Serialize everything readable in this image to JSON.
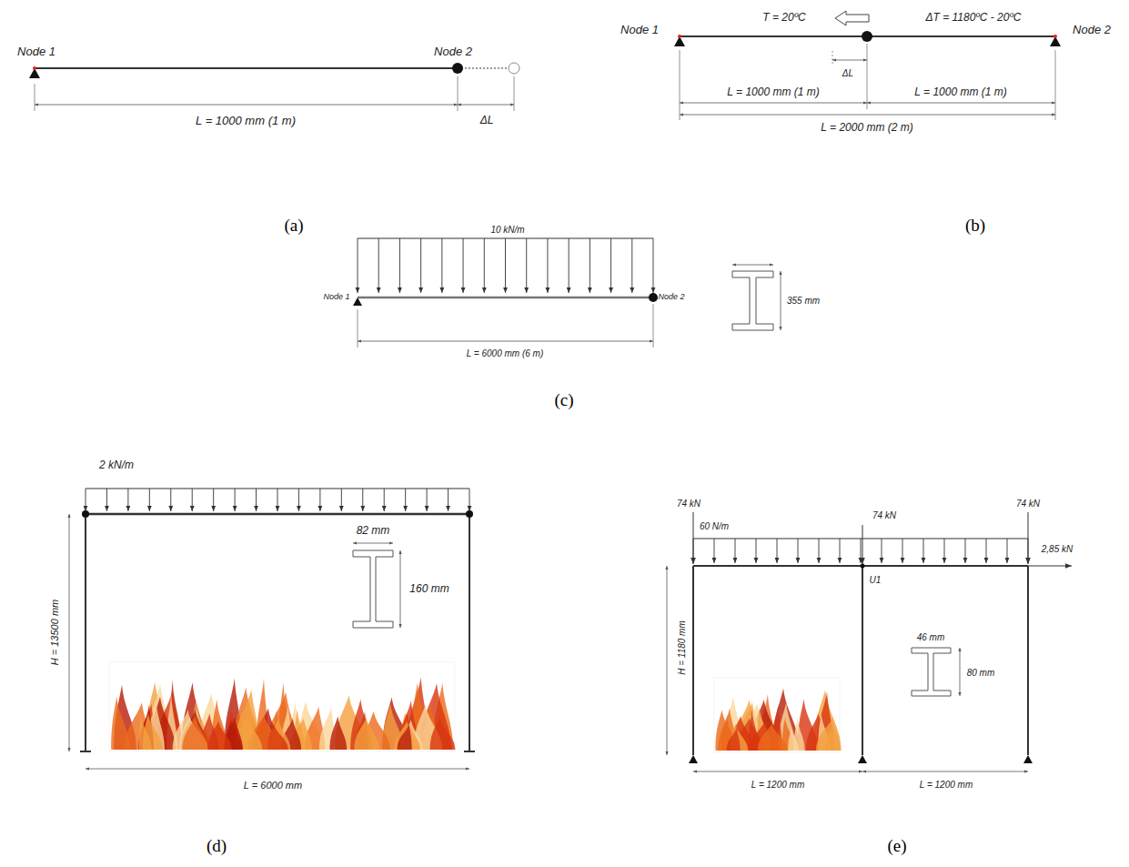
{
  "diagram": {
    "labels": [
      "Node 1",
      "Node 2",
      "L = 1000 mm (1 m)",
      "ΔL",
      "(a)",
      "Node 1",
      "T = 20ºC",
      "ΔT = 1180ºC - 20ºC",
      "Node 2",
      "ΔL",
      "L = 1000 mm (1 m)",
      "L = 1000 mm (1 m)",
      "L = 2000 mm (2 m)",
      "(b)",
      "10 kN/m",
      "Node 1",
      "Node 2",
      "355 mm",
      "L = 6000 mm (6 m)",
      "(c)",
      "2 kN/m",
      "82 mm",
      "160 mm",
      "H = 13500 mm",
      "L = 6000 mm",
      "(d)",
      "74 kN",
      "74 kN",
      "74 kN",
      "60 N/m",
      "U1",
      "2,85 kN",
      "46 mm",
      "80 mm",
      "H = 1180 mm",
      "L = 1200 mm",
      "L = 1200 mm",
      "(e)"
    ]
  }
}
